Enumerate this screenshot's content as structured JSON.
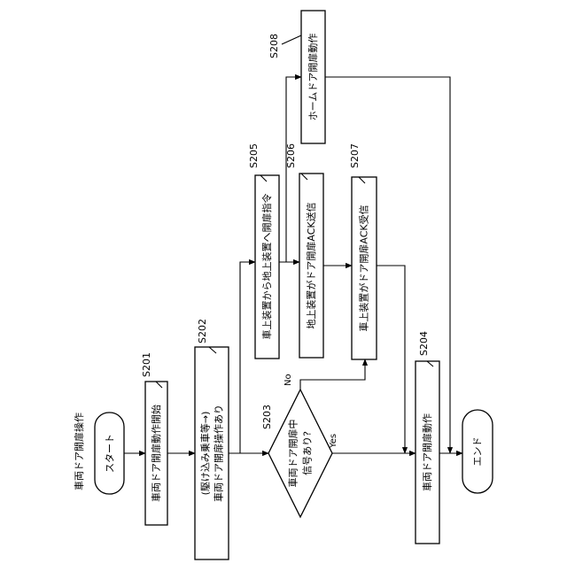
{
  "title": "車両ドア開扉操作",
  "nodes": {
    "start": "スタート",
    "s201": {
      "id": "S201",
      "text": "車両ドア開扉動作開始"
    },
    "s202": {
      "id": "S202",
      "text1": "(駆け込み乗車等→)",
      "text2": "車両ドア開扉操作あり"
    },
    "s203": {
      "id": "S203",
      "text1": "車両ドア開扉中",
      "text2": "信号あり?"
    },
    "s204": {
      "id": "S204",
      "text": "車両ドア開扉動作"
    },
    "s205": {
      "id": "S205",
      "text": "車上装置から地上装置へ開扉指令"
    },
    "s206": {
      "id": "S206",
      "text": "地上装置がドア開扉ACK送信"
    },
    "s207": {
      "id": "S207",
      "text": "車上装置がドア開扉ACK受信"
    },
    "s208": {
      "id": "S208",
      "text": "ホームドア開扉動作"
    },
    "end": "エンド"
  },
  "branches": {
    "yes": "Yes",
    "no": "No"
  }
}
